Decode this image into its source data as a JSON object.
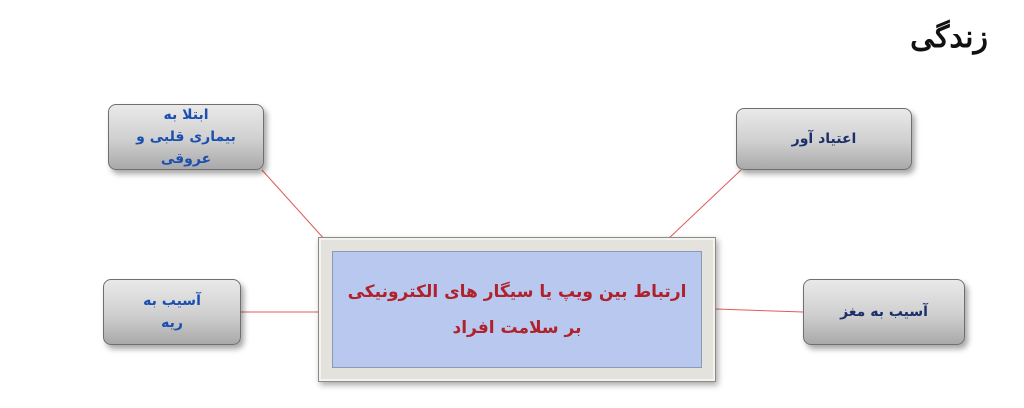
{
  "logo": {
    "text": "زندگی"
  },
  "center": {
    "line1": "ارتباط بین ویپ یا سیگار های الکترونیکی",
    "line2": "بر سلامت افراد"
  },
  "nodes": {
    "heart": {
      "line1": "ابتلا به",
      "line2": "بیماری قلبی و عروقی"
    },
    "addictive": {
      "line1": "اعتیاد آور"
    },
    "lung": {
      "line1": "آسیب به",
      "line2": "ریه"
    },
    "brain": {
      "line1": "آسیب به مغز"
    }
  },
  "colors": {
    "connector": "#e05c5c",
    "center_text": "#b0222b",
    "center_fill": "#b9c8ef",
    "node_blue_text": "#1a4fb0",
    "node_navy_text": "#1c2f6b"
  }
}
